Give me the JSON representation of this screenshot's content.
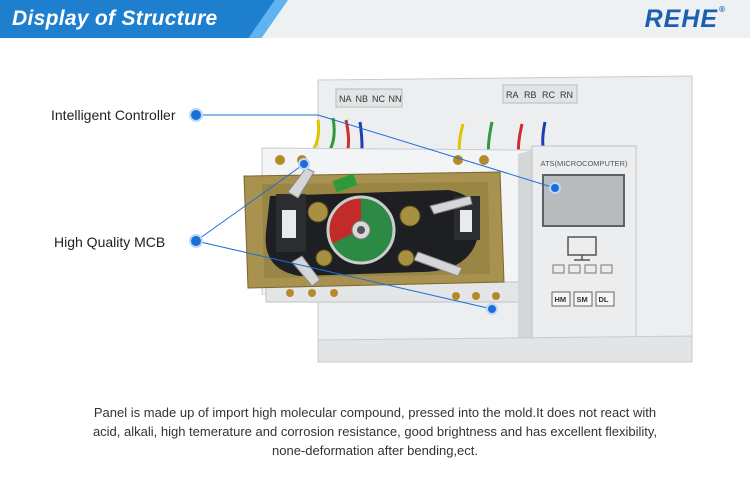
{
  "header": {
    "title": "Display of Structure",
    "brand": "REHE",
    "brand_mark": "®"
  },
  "callouts": {
    "controller": "Intelligent Controller",
    "mcb": "High Quality MCB"
  },
  "terminals": {
    "left": [
      "NA",
      "NB",
      "NC",
      "NN"
    ],
    "right": [
      "RA",
      "RB",
      "RC",
      "RN"
    ]
  },
  "controller": {
    "label": "ATS(MICROCOMPUTER)",
    "buttons": [
      "HM",
      "SM",
      "DL"
    ]
  },
  "description": "Panel is made up of import high molecular compound, pressed into the mold.It does not react with acid, alkali, high temerature and corrosion resistance, good brightness and has excellent flexibility, none-deformation after bending,ect.",
  "colors": {
    "accent": "#1e7fcf",
    "brand": "#1a5fb0",
    "dot": "#1a6fd6"
  }
}
